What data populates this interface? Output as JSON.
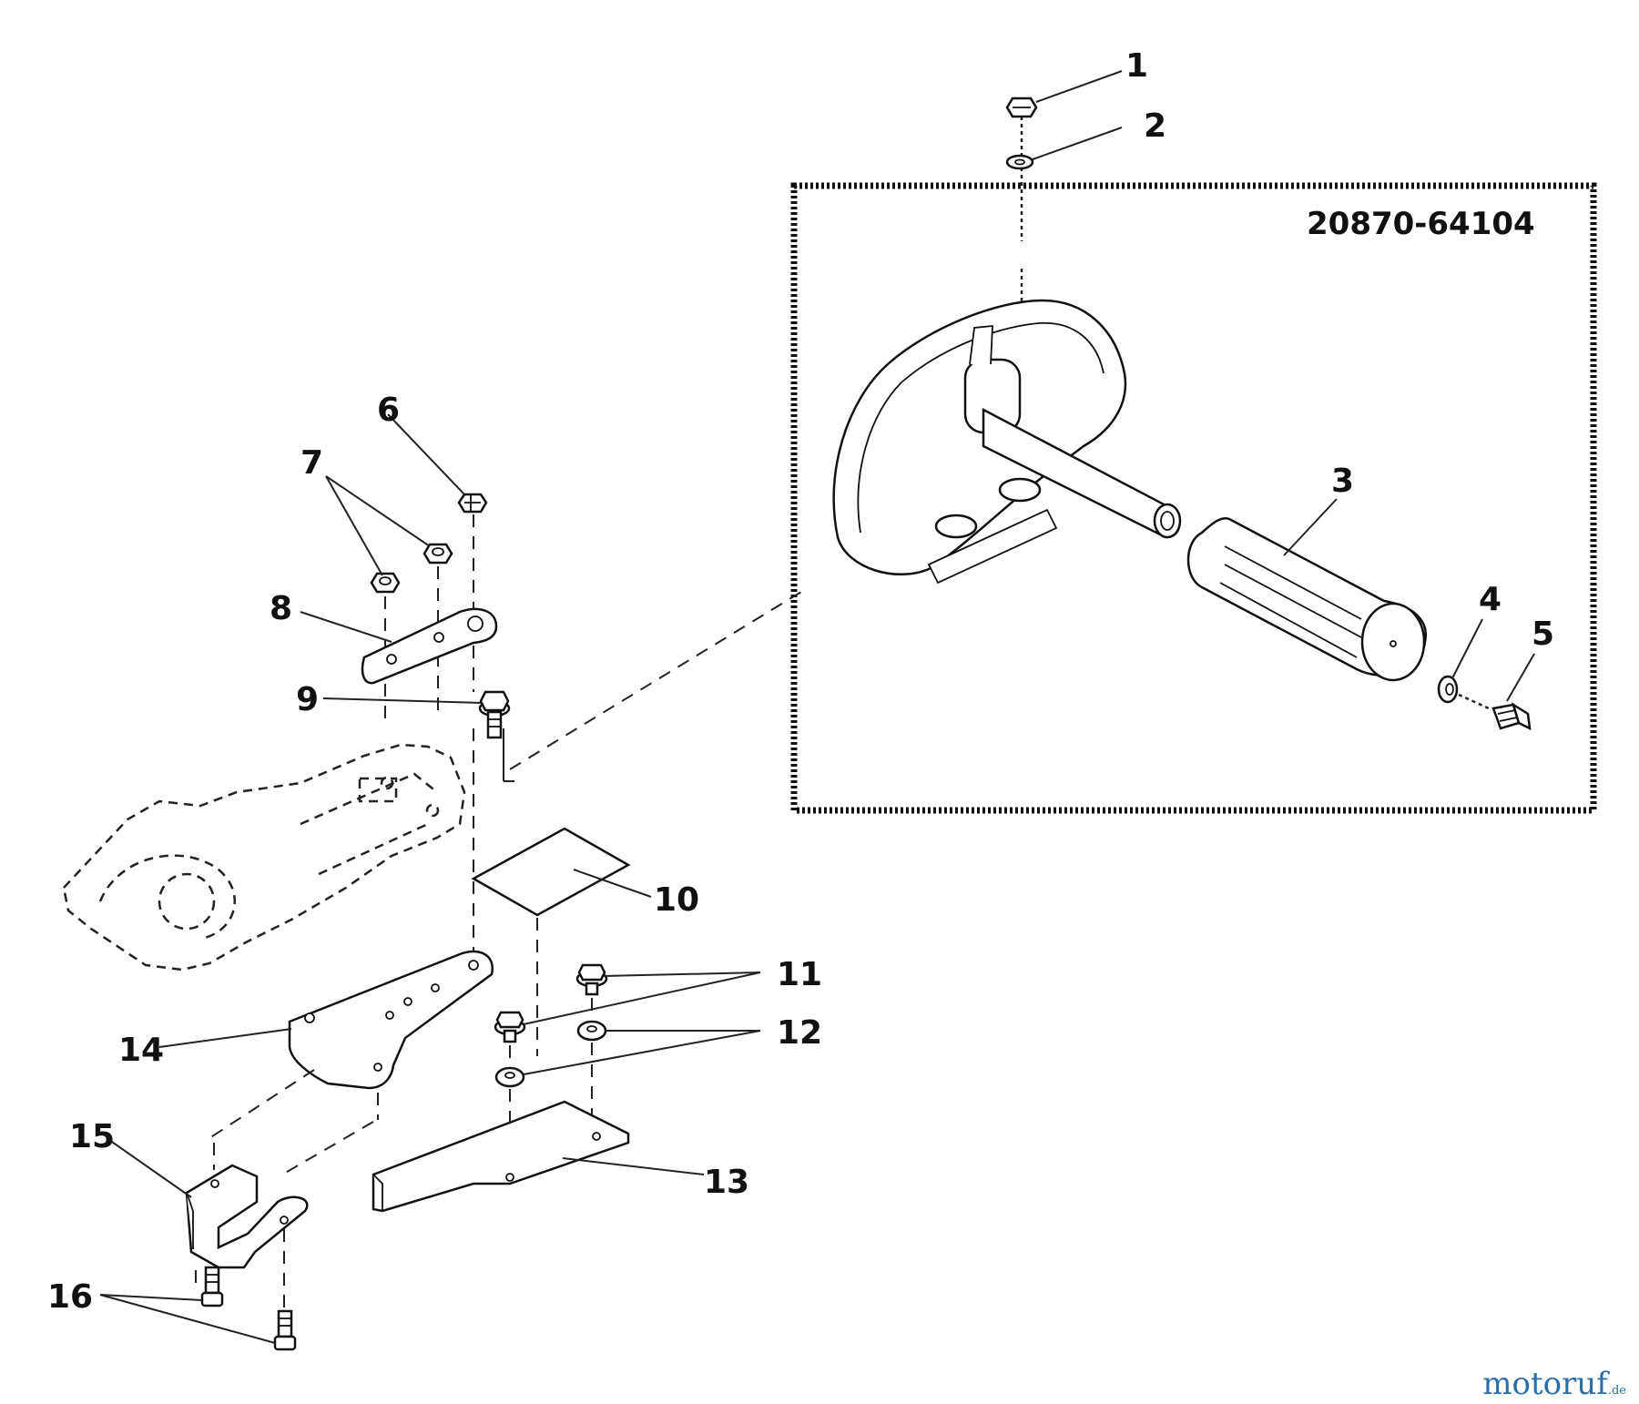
{
  "kit": {
    "part_number": "20870-64104"
  },
  "callouts": [
    {
      "id": "1",
      "label": "1"
    },
    {
      "id": "2",
      "label": "2"
    },
    {
      "id": "3",
      "label": "3"
    },
    {
      "id": "4",
      "label": "4"
    },
    {
      "id": "5",
      "label": "5"
    },
    {
      "id": "6",
      "label": "6"
    },
    {
      "id": "7",
      "label": "7"
    },
    {
      "id": "8",
      "label": "8"
    },
    {
      "id": "9",
      "label": "9"
    },
    {
      "id": "10",
      "label": "10"
    },
    {
      "id": "11",
      "label": "11"
    },
    {
      "id": "12",
      "label": "12"
    },
    {
      "id": "13",
      "label": "13"
    },
    {
      "id": "14",
      "label": "14"
    },
    {
      "id": "15",
      "label": "15"
    },
    {
      "id": "16",
      "label": "16"
    }
  ],
  "watermark": {
    "brand": "motoruf",
    "tld": ".de"
  },
  "colors": {
    "line": "#111111",
    "watermark_blue": "#2a6fa8",
    "watermark_accent": "#e0402a"
  }
}
